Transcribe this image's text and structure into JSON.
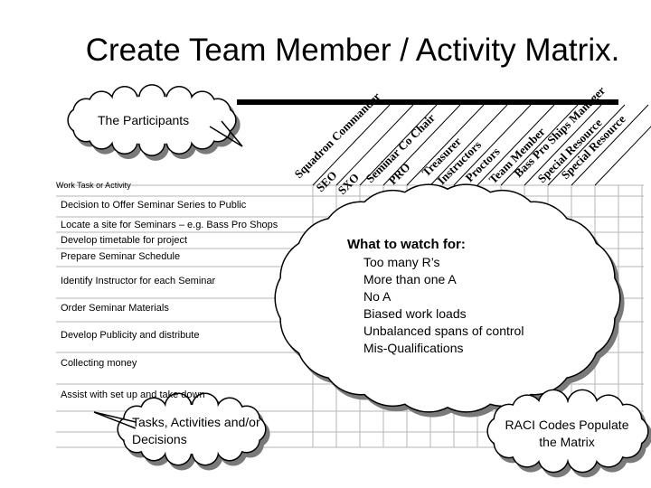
{
  "title": "Create Team Member / Activity Matrix.",
  "work_task_header": "Work Task or Activity",
  "participants_callout": "The Participants",
  "roles": [
    "Squadron Commander",
    "SEO",
    "SXO",
    "Seminar Co Chair",
    "PRO",
    "Treasurer",
    "Instructors",
    "Proctors",
    "Team Member",
    "Bass Pro Ships Manager",
    "Special Resource",
    "Special Resource"
  ],
  "tasks": [
    "Decision to Offer Seminar Series to Public",
    "Locate a site for Seminars – e.g. Bass Pro Shops",
    "Develop timetable for project",
    "Prepare Seminar Schedule",
    "Identify Instructor for each Seminar",
    "Order Seminar Materials",
    "Develop Publicity and distribute",
    "Collecting money",
    "Assist with set up and take down"
  ],
  "watch": {
    "heading": "What to watch for:",
    "items": [
      "Too many R’s",
      "More  than one A",
      "No A",
      "Biased work loads",
      "Unbalanced spans of control",
      "Mis-Qualifications"
    ]
  },
  "tasks_callout": "Tasks, Activities and/or Decisions",
  "raci_callout": "RACI Codes Populate the Matrix"
}
